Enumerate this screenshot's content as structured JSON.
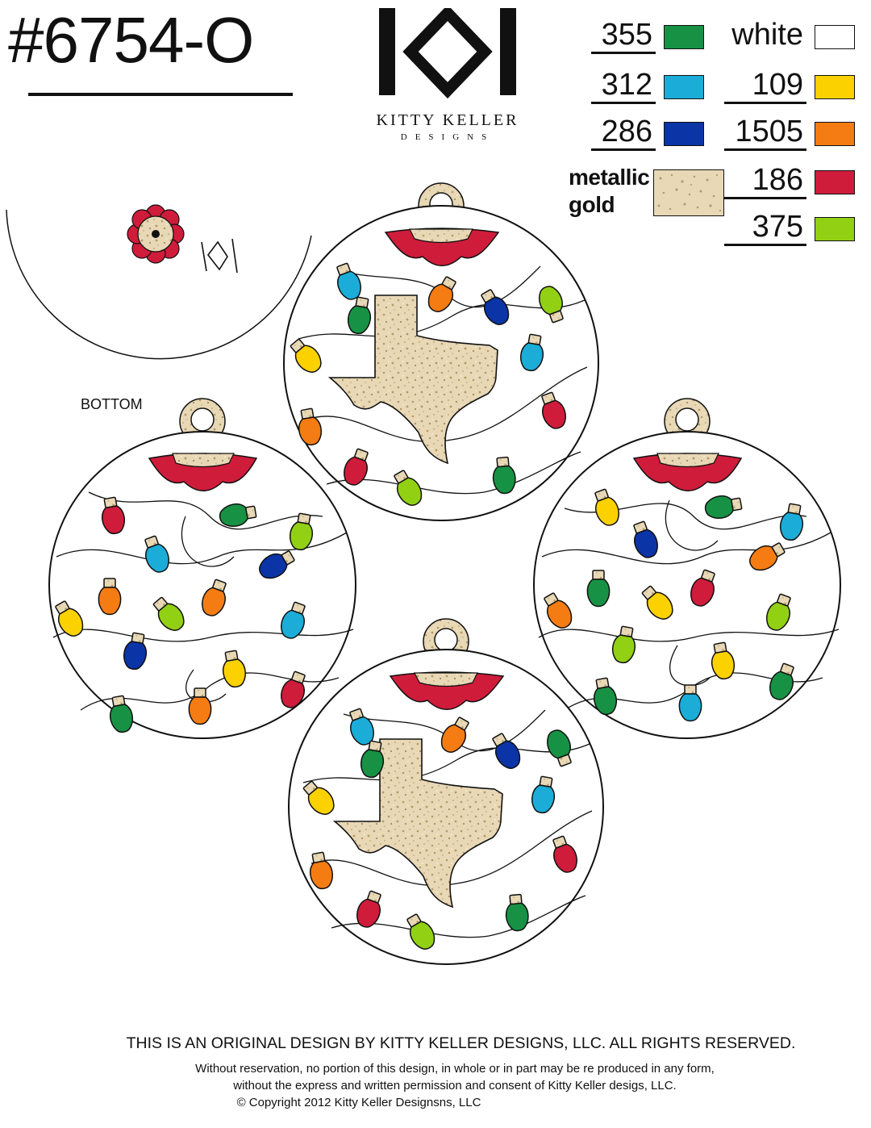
{
  "design_number": "#6754-O",
  "brand": {
    "name": "KITTY KELLER",
    "sub": "DESIGNS"
  },
  "color_key": {
    "left": [
      {
        "code": "355",
        "color": "#179245"
      },
      {
        "code": "312",
        "color": "#1badd8"
      },
      {
        "code": "286",
        "color": "#0b34a6"
      }
    ],
    "right": [
      {
        "code": "white",
        "color": "#ffffff"
      },
      {
        "code": "109",
        "color": "#fcd100"
      },
      {
        "code": "1505",
        "color": "#f57c12"
      },
      {
        "code": "186",
        "color": "#cf1c3b"
      },
      {
        "code": "375",
        "color": "#92d014"
      }
    ],
    "metallic": {
      "line1": "metallic",
      "line2": "gold",
      "color": "#e8d8b6"
    }
  },
  "bottom_label": "BOTTOM",
  "footer": {
    "title": "THIS IS AN ORIGINAL DESIGN BY KITTY KELLER DESIGNS, LLC. ALL RIGHTS RESERVED.",
    "line1": "Without reservation, no portion of this design, in whole or in part may be re produced in any form,",
    "line2": "without the express and written permission and consent of Kitty Keller desigs, LLC.",
    "line3": "© Copyright 2012 Kitty Keller Designsns, LLC"
  }
}
